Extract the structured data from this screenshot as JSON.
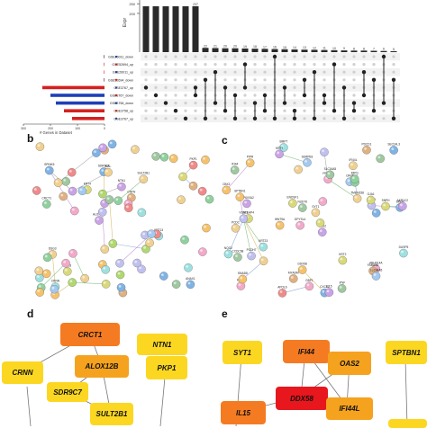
{
  "panels": {
    "b": "b",
    "c": "c",
    "d": "d",
    "e": "e"
  },
  "upset": {
    "ylabel": "Expr",
    "xlabel": "# Genes in Dataset",
    "y_ticks": [
      "250",
      "200"
    ],
    "first_bar_label": "237",
    "set_names": [
      "GSE26011_down",
      "GSE52694_up",
      "GSE26011_up",
      "GSE52694_down",
      "GSE3767_up",
      "GSE3767_down",
      "GSE3758_down",
      "GSE3758_up",
      "GSE3767_up"
    ],
    "set_size_ticks": [
      "300",
      "200",
      "100",
      "0"
    ],
    "colors": {
      "bar": "#2a2a2a",
      "up": "#d62020",
      "down": "#1f3fb8",
      "dot_on": "#222222",
      "dot_off": "#d0d0d0"
    }
  },
  "chart_data": {
    "type": "bar",
    "ylabel": "Expr",
    "xlabel": "# Genes in Dataset",
    "intersection_values": [
      237,
      237,
      237,
      237,
      237,
      237,
      22,
      21,
      20,
      20,
      19,
      18,
      17,
      16,
      15,
      14,
      13,
      12,
      11,
      10,
      9,
      8,
      8,
      7,
      6,
      5
    ],
    "set_sizes": [
      2,
      2,
      2,
      2,
      230,
      200,
      180,
      150,
      120
    ],
    "set_colors": [
      "#222",
      "#d62020",
      "#d62020",
      "#222",
      "#d62020",
      "#1f3fb8",
      "#1f3fb8",
      "#d62020",
      "#d62020"
    ]
  },
  "ppi_b": {
    "labels": [
      "ANAX1",
      "CRCT1",
      "PKP1",
      "ALOX12B",
      "SULT2B1",
      "CRNN",
      "SDR9C7",
      "NTN1",
      "DSG3",
      "KRT4",
      "SPRR3",
      "TGM3",
      "MAL",
      "CNFN",
      "KRT13",
      "SPINK5"
    ]
  },
  "ppi_c": {
    "labels": [
      "BMP7",
      "IFI44L",
      "SMLP",
      "DPYSL4",
      "SGS2",
      "STEAP4",
      "IFI44",
      "OAS2",
      "PCDC",
      "PRAME",
      "SYT1",
      "EDN1",
      "KRT7",
      "WNT5A",
      "CXCL2",
      "IL15",
      "DDX58",
      "PDCD1",
      "TMEM158",
      "KRT23",
      "ATP6V0A2",
      "VSNL1",
      "AKR1C2",
      "SNPH",
      "NQO2",
      "SPTBN1",
      "NUDT6",
      "GSTO",
      "ABHD14A",
      "CCDC68",
      "FAM83A",
      "SLC16A5",
      "PCDH7",
      "ENOSF1",
      "KRT2",
      "DUSP5",
      "GJA1",
      "MYADM",
      "SEC14L3",
      "SERPB3",
      "SMAD8",
      "APOL6",
      "IPW",
      "PIPR",
      "GBP1",
      "BTC",
      "SLC44A5",
      "IMPG",
      "CBX2"
    ]
  },
  "hub_d": {
    "nodes": [
      {
        "id": "crct1",
        "label": "CRCT1"
      },
      {
        "id": "ntn1",
        "label": "NTN1"
      },
      {
        "id": "alox12b",
        "label": "ALOX12B"
      },
      {
        "id": "crnn",
        "label": "CRNN"
      },
      {
        "id": "sdr9c7",
        "label": "SDR9C7"
      },
      {
        "id": "pkp1",
        "label": "PKP1"
      },
      {
        "id": "sult2b1",
        "label": "SULT2B1"
      }
    ]
  },
  "hub_e": {
    "nodes": [
      {
        "id": "syt1",
        "label": "SYT1"
      },
      {
        "id": "ifi44",
        "label": "IFI44"
      },
      {
        "id": "oas2",
        "label": "OAS2"
      },
      {
        "id": "sptbn1",
        "label": "SPTBN1"
      },
      {
        "id": "ddx58",
        "label": "DDX58"
      },
      {
        "id": "il15",
        "label": "IL15"
      },
      {
        "id": "ifi44l",
        "label": "IFI44L"
      }
    ]
  }
}
